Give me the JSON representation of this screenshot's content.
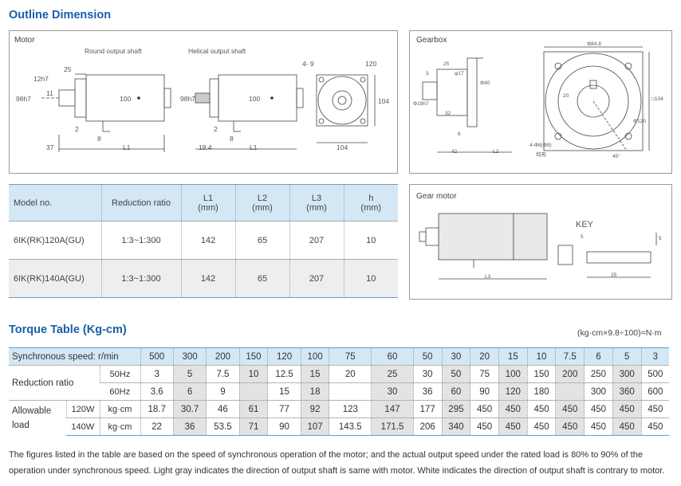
{
  "titles": {
    "outline": "Outline Dimension",
    "torque": "Torque Table (Kg-cm)",
    "unit_conversion": "(kg·cm×9.8÷100)=N·m"
  },
  "motor_panel": {
    "label": "Motor",
    "round_shaft": "Round output shaft",
    "helical_shaft": "Helical output shaft",
    "dims": {
      "d25": "25",
      "d12h7": "12h7",
      "d11": "11",
      "d98h7": "98h7",
      "d100": "100",
      "d2": "2",
      "d8": "8",
      "d37": "37",
      "dL1": "L1",
      "h98h7": "98h7",
      "h100": "100",
      "h2": "2",
      "h8": "8",
      "h18_4": "18.4",
      "hL1": "L1",
      "holes": "4- 9",
      "f120": "120",
      "f104v": "104",
      "f104h": "104"
    }
  },
  "gearbox_panel": {
    "label": "Gearbox",
    "dims": {
      "d25": "25",
      "d3": "3",
      "d17": "φ17",
      "d40": "Φ40",
      "d19h7": "Φ19h7",
      "d32": "32",
      "d6": "6",
      "d42": "42",
      "dL2": "L2",
      "d84_8": "Φ84.8",
      "d20": "20",
      "d104": "□104",
      "d120": "Φ120",
      "holes": "4-Φ8(Φ9)",
      "even": "均布",
      "angle": "45°"
    }
  },
  "gearmotor_panel": {
    "label": "Gear motor",
    "key": "KEY",
    "dL3": "L3",
    "d25": "25",
    "d5a": "5",
    "d5b": "5"
  },
  "model_table": {
    "headers": [
      {
        "line1": "Model no.",
        "line2": ""
      },
      {
        "line1": "Reduction ratio",
        "line2": ""
      },
      {
        "line1": "L1",
        "line2": "(mm)"
      },
      {
        "line1": "L2",
        "line2": "(mm)"
      },
      {
        "line1": "L3",
        "line2": "(mm)"
      },
      {
        "line1": "h",
        "line2": "(mm)"
      }
    ],
    "rows": [
      [
        "6IK(RK)120A(GU)",
        "1:3~1:300",
        "142",
        "65",
        "207",
        "10"
      ],
      [
        "6IK(RK)140A(GU)",
        "1:3~1:300",
        "142",
        "65",
        "207",
        "10"
      ]
    ]
  },
  "torque_table": {
    "sync_label": "Synchronous speed: r/min",
    "speeds": [
      "500",
      "300",
      "200",
      "150",
      "120",
      "100",
      "75",
      "60",
      "50",
      "30",
      "20",
      "15",
      "10",
      "7.5",
      "6",
      "5",
      "3"
    ],
    "reduction_label": "Reduction ratio",
    "hz50_label": "50Hz",
    "hz50": [
      "3",
      "5",
      "7.5",
      "10",
      "12.5",
      "15",
      "20",
      "25",
      "30",
      "50",
      "75",
      "100",
      "150",
      "200",
      "250",
      "300",
      "500"
    ],
    "hz60_label": "60Hz",
    "hz60": [
      "3.6",
      "6",
      "9",
      "",
      "15",
      "18",
      "",
      "30",
      "36",
      "60",
      "90",
      "120",
      "180",
      "",
      "300",
      "360",
      "600"
    ],
    "load_label_1": "Allowable",
    "load_label_2": "load",
    "w120_label": "120W",
    "w140_label": "140W",
    "unit": "kg·cm",
    "w120": [
      "18.7",
      "30.7",
      "46",
      "61",
      "77",
      "92",
      "123",
      "147",
      "177",
      "295",
      "450",
      "450",
      "450",
      "450",
      "450",
      "450",
      "450"
    ],
    "w140": [
      "22",
      "36",
      "53.5",
      "71",
      "90",
      "107",
      "143.5",
      "171.5",
      "206",
      "340",
      "450",
      "450",
      "450",
      "450",
      "450",
      "450",
      "450"
    ],
    "gray_columns": [
      1,
      3,
      5,
      7,
      9,
      11,
      13,
      15
    ]
  },
  "note": "The figures listed in the table are based on the speed of synchronous operation of the motor; and the actual output speed under the rated load is 80% to 90% of the operation under synchronous speed. Light gray indicates the direction of output shaft is same with motor. White indicates the direction of output shaft is contrary to motor.",
  "colors": {
    "title_blue": "#1a5fa8",
    "header_blue": "#d4e7f5",
    "light_gray": "#e3e3e3"
  }
}
